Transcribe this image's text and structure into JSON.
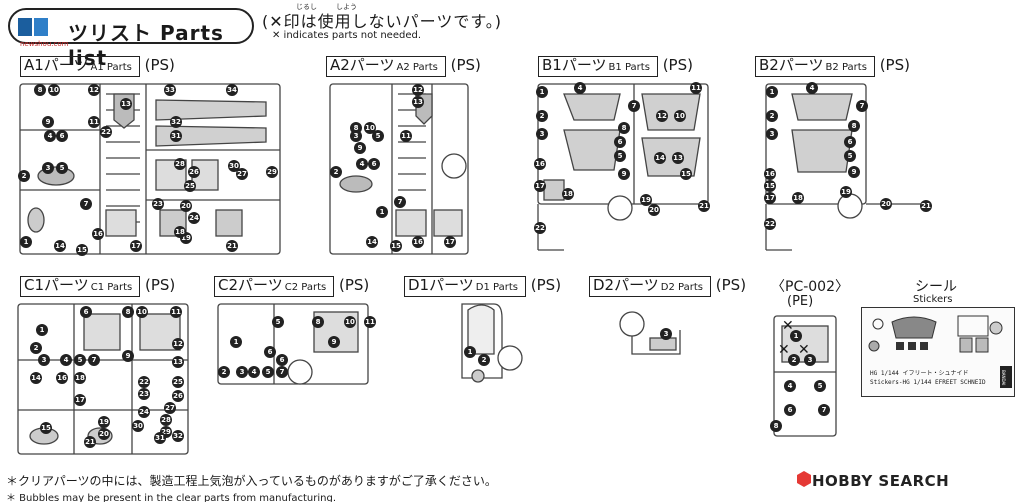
{
  "header": {
    "title": "ツリスト Parts list",
    "note": "(✕印は使用しないパーツです。)",
    "note_en": "✕ indicates parts not needed.",
    "ruby_shirushi": "じるし",
    "ruby_shiyou": "しよう",
    "watermark": "newshou.com"
  },
  "sections": {
    "A1": {
      "ja": "A1パーツ",
      "en": "A1 Parts",
      "mat": "(PS)"
    },
    "A2": {
      "ja": "A2パーツ",
      "en": "A2 Parts",
      "mat": "(PS)"
    },
    "B1": {
      "ja": "B1パーツ",
      "en": "B1 Parts",
      "mat": "(PS)"
    },
    "B2": {
      "ja": "B2パーツ",
      "en": "B2 Parts",
      "mat": "(PS)"
    },
    "C1": {
      "ja": "C1パーツ",
      "en": "C1 Parts",
      "mat": "(PS)"
    },
    "C2": {
      "ja": "C2パーツ",
      "en": "C2 Parts",
      "mat": "(PS)"
    },
    "D1": {
      "ja": "D1パーツ",
      "en": "D1 Parts",
      "mat": "(PS)"
    },
    "D2": {
      "ja": "D2パーツ",
      "en": "D2 Parts",
      "mat": "(PS)"
    }
  },
  "pc002": {
    "title": "〈PC-002〉",
    "mat": "(PE)"
  },
  "stickers": {
    "title": "シール",
    "subtitle": "Stickers",
    "caption1": "HG 1/144 イフリート・シュナイド",
    "caption2": "Stickers-HG 1/144 EFREET SCHNEID",
    "logo": "BANDAI"
  },
  "footer": {
    "line1": "＊クリアパーツの中には、製造工程上気泡が入っているものがありますがご了承ください。",
    "line2": "＊ Bubbles may be present in the clear parts from manufacturing."
  },
  "brand": {
    "text": "HOBBY SEARCH"
  },
  "nums": {
    "a1": [
      "8",
      "10",
      "12",
      "9",
      "11",
      "4",
      "6",
      "3",
      "5",
      "2",
      "7",
      "1",
      "14",
      "15",
      "16",
      "17",
      "13",
      "22",
      "33",
      "34",
      "32",
      "31",
      "28",
      "26",
      "30",
      "27",
      "29",
      "25",
      "20",
      "23",
      "24",
      "19",
      "18",
      "21"
    ],
    "a2": [
      "8",
      "10",
      "12",
      "13",
      "9",
      "11",
      "4",
      "6",
      "3",
      "5",
      "2",
      "7",
      "1",
      "15",
      "14",
      "16",
      "17"
    ],
    "b1": [
      "1",
      "4",
      "2",
      "3",
      "7",
      "8",
      "6",
      "5",
      "12",
      "10",
      "11",
      "16",
      "9",
      "14",
      "13",
      "17",
      "15",
      "18",
      "19",
      "20",
      "21",
      "22"
    ],
    "b2": [
      "1",
      "4",
      "2",
      "3",
      "7",
      "8",
      "6",
      "5",
      "9",
      "16",
      "15",
      "17",
      "19",
      "18",
      "20",
      "21",
      "22"
    ],
    "c1": [
      "6",
      "8",
      "10",
      "11",
      "1",
      "9",
      "2",
      "3",
      "4",
      "5",
      "7",
      "12",
      "14",
      "16",
      "18",
      "17",
      "13",
      "19",
      "20",
      "15",
      "22",
      "23",
      "24",
      "25",
      "26",
      "27",
      "28",
      "29",
      "30",
      "31",
      "32",
      "21"
    ],
    "c2": [
      "5",
      "8",
      "10",
      "11",
      "1",
      "9",
      "2",
      "6",
      "3",
      "4",
      "5",
      "6",
      "7"
    ],
    "d1": [
      "1",
      "2"
    ],
    "d2": [
      "3"
    ],
    "pc": [
      "1",
      "2",
      "3",
      "4",
      "5",
      "6",
      "7",
      "8"
    ]
  }
}
